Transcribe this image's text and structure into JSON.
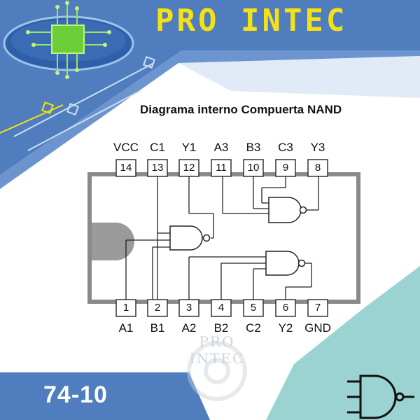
{
  "brand": {
    "name": "PRO INTEC",
    "color": "#f6e214"
  },
  "diagram": {
    "title": "Diagrama interno Compuerta NAND",
    "top_pins": [
      {
        "number": "14",
        "label": "VCC"
      },
      {
        "number": "13",
        "label": "C1"
      },
      {
        "number": "12",
        "label": "Y1"
      },
      {
        "number": "11",
        "label": "A3"
      },
      {
        "number": "10",
        "label": "B3"
      },
      {
        "number": "9",
        "label": "C3"
      },
      {
        "number": "8",
        "label": "Y3"
      }
    ],
    "bottom_pins": [
      {
        "number": "1",
        "label": "A1"
      },
      {
        "number": "2",
        "label": "B1"
      },
      {
        "number": "3",
        "label": "A2"
      },
      {
        "number": "4",
        "label": "B2"
      },
      {
        "number": "5",
        "label": "C2"
      },
      {
        "number": "6",
        "label": "Y2"
      },
      {
        "number": "7",
        "label": "GND"
      }
    ]
  },
  "product": {
    "part_number": "74-10"
  },
  "watermark": "PRO INTEC",
  "colors": {
    "blue": "#4f7dbd",
    "teal": "#9ad3d1",
    "chip_border": "#8a8a8a"
  },
  "icons": [
    "circuit-chip-logo-icon",
    "nand-gate-icon"
  ]
}
